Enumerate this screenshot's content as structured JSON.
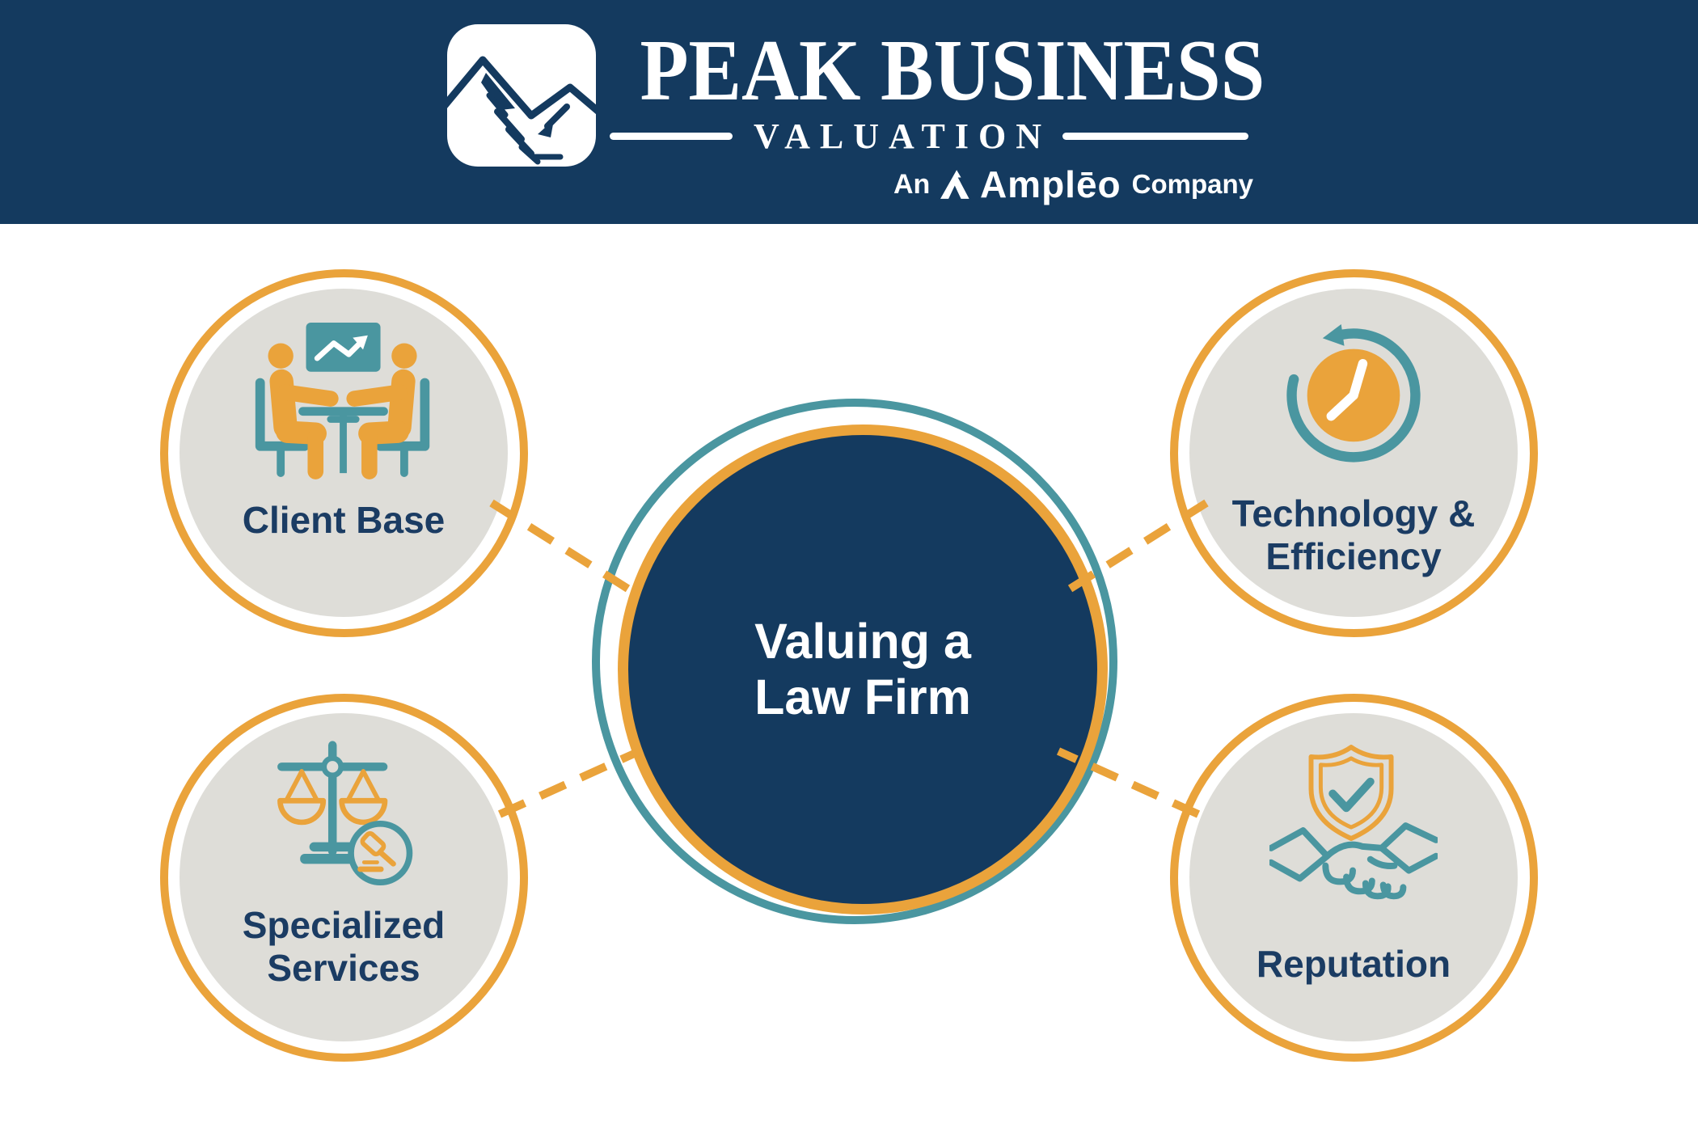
{
  "header": {
    "brand_title": "PEAK BUSINESS",
    "brand_subtitle": "VALUATION",
    "affiliation": {
      "prefix": "An",
      "company": "Amplēo",
      "suffix": "Company"
    }
  },
  "diagram": {
    "center": {
      "label": "Valuing a\nLaw Firm"
    },
    "nodes": [
      {
        "id": "client-base",
        "label": "Client Base",
        "icon": "client-meeting-icon"
      },
      {
        "id": "technology-efficiency",
        "label": "Technology &\nEfficiency",
        "icon": "clock-refresh-icon"
      },
      {
        "id": "specialized-services",
        "label": "Specialized\nServices",
        "icon": "scales-gavel-icon"
      },
      {
        "id": "reputation",
        "label": "Reputation",
        "icon": "handshake-shield-icon"
      }
    ]
  },
  "colors": {
    "navy": "#143A5F",
    "orange": "#EAA33B",
    "teal": "#4A96A0",
    "disc_gray": "#DEDDD8",
    "label_navy": "#1B3C63",
    "white": "#FFFFFF"
  }
}
